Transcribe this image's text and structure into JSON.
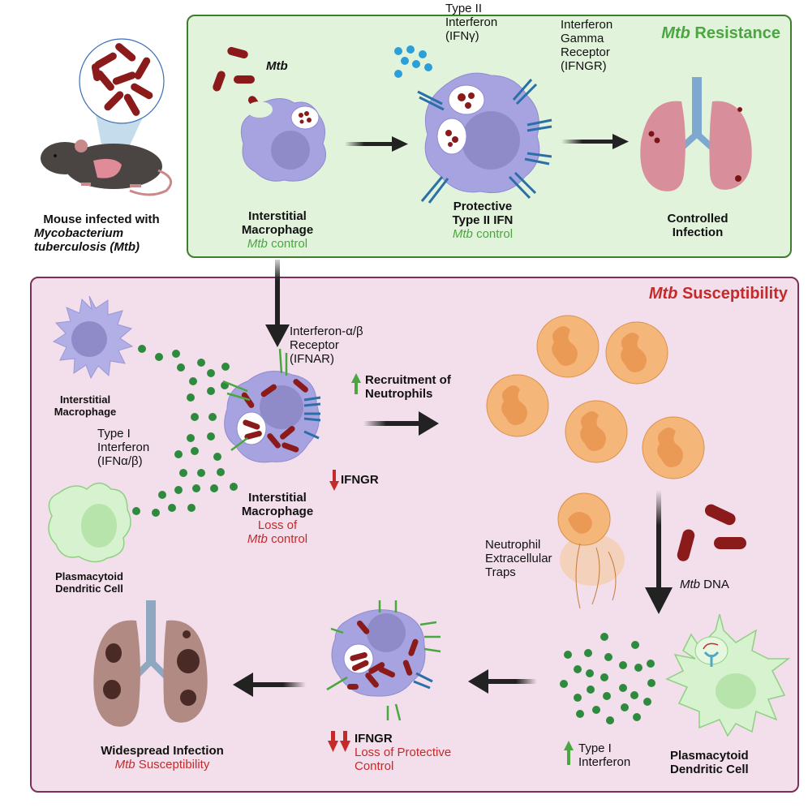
{
  "mouse": {
    "label_line1": "Mouse infected with",
    "label_line2": "Mycobacterium",
    "label_line3": "tuberculosis (Mtb)"
  },
  "resistance_panel": {
    "title_italic": "Mtb",
    "title_rest": " Resistance",
    "mtb_label": "Mtb",
    "macrophage": {
      "line1": "Interstitial",
      "line2": "Macrophage",
      "status_italic": "Mtb",
      "status_rest": " control"
    },
    "ifng": {
      "line1": "Type II",
      "line2": "Interferon",
      "line3": "(IFNγ)"
    },
    "ifngr": {
      "line1": "Interferon",
      "line2": "Gamma",
      "line3": "Receptor",
      "line4": "(IFNGR)"
    },
    "protective": {
      "line1": "Protective",
      "line2": "Type II IFN",
      "status_italic": "Mtb",
      "status_rest": " control"
    },
    "lung": {
      "line1": "Controlled",
      "line2": "Infection"
    }
  },
  "susceptibility_panel": {
    "title_italic": "Mtb",
    "title_rest": " Susceptibility",
    "left_macrophage": {
      "line1": "Interstitial",
      "line2": "Macrophage"
    },
    "type1_ifn": {
      "line1": "Type I",
      "line2": "Interferon",
      "line3": "(IFNα/β)"
    },
    "left_pdc": {
      "line1": "Plasmacytoid",
      "line2": "Dendritic Cell"
    },
    "ifnar": {
      "line1": "Interferon-α/β",
      "line2": "Receptor",
      "line3": "(IFNAR)"
    },
    "center_macrophage": {
      "line1": "Interstitial",
      "line2": "Macrophage",
      "status1": "Loss of",
      "status2_italic": "Mtb",
      "status2_rest": " control"
    },
    "ifngr_down": "IFNGR",
    "recruitment": {
      "line1": "Recruitment of",
      "line2": "Neutrophils"
    },
    "net": {
      "line1": "Neutrophil",
      "line2": "Extracellular",
      "line3": "Traps"
    },
    "mtb_dna_italic": "Mtb",
    "mtb_dna_rest": " DNA",
    "type1_up": {
      "line1": "Type I",
      "line2": "Interferon"
    },
    "right_pdc": {
      "line1": "Plasmacytoid",
      "line2": "Dendritic Cell"
    },
    "loss_control": {
      "title": "IFNGR",
      "line1": "Loss of Protective",
      "line2": "Control"
    },
    "widespread": {
      "line1": "Widespread Infection",
      "status_italic": "Mtb",
      "status_rest": " Susceptibility"
    }
  },
  "colors": {
    "resistance_green": "#4aa63f",
    "susceptibility_red": "#c42a2a",
    "mtb_bacteria": "#8b1a1a",
    "macrophage_purple": "#a7a3e0",
    "neutrophil_orange": "#f5b67a",
    "interferon_green": "#2e8b3e",
    "ifng_blue": "#2b9fd6",
    "pdc_green": "#d6f2cf"
  }
}
